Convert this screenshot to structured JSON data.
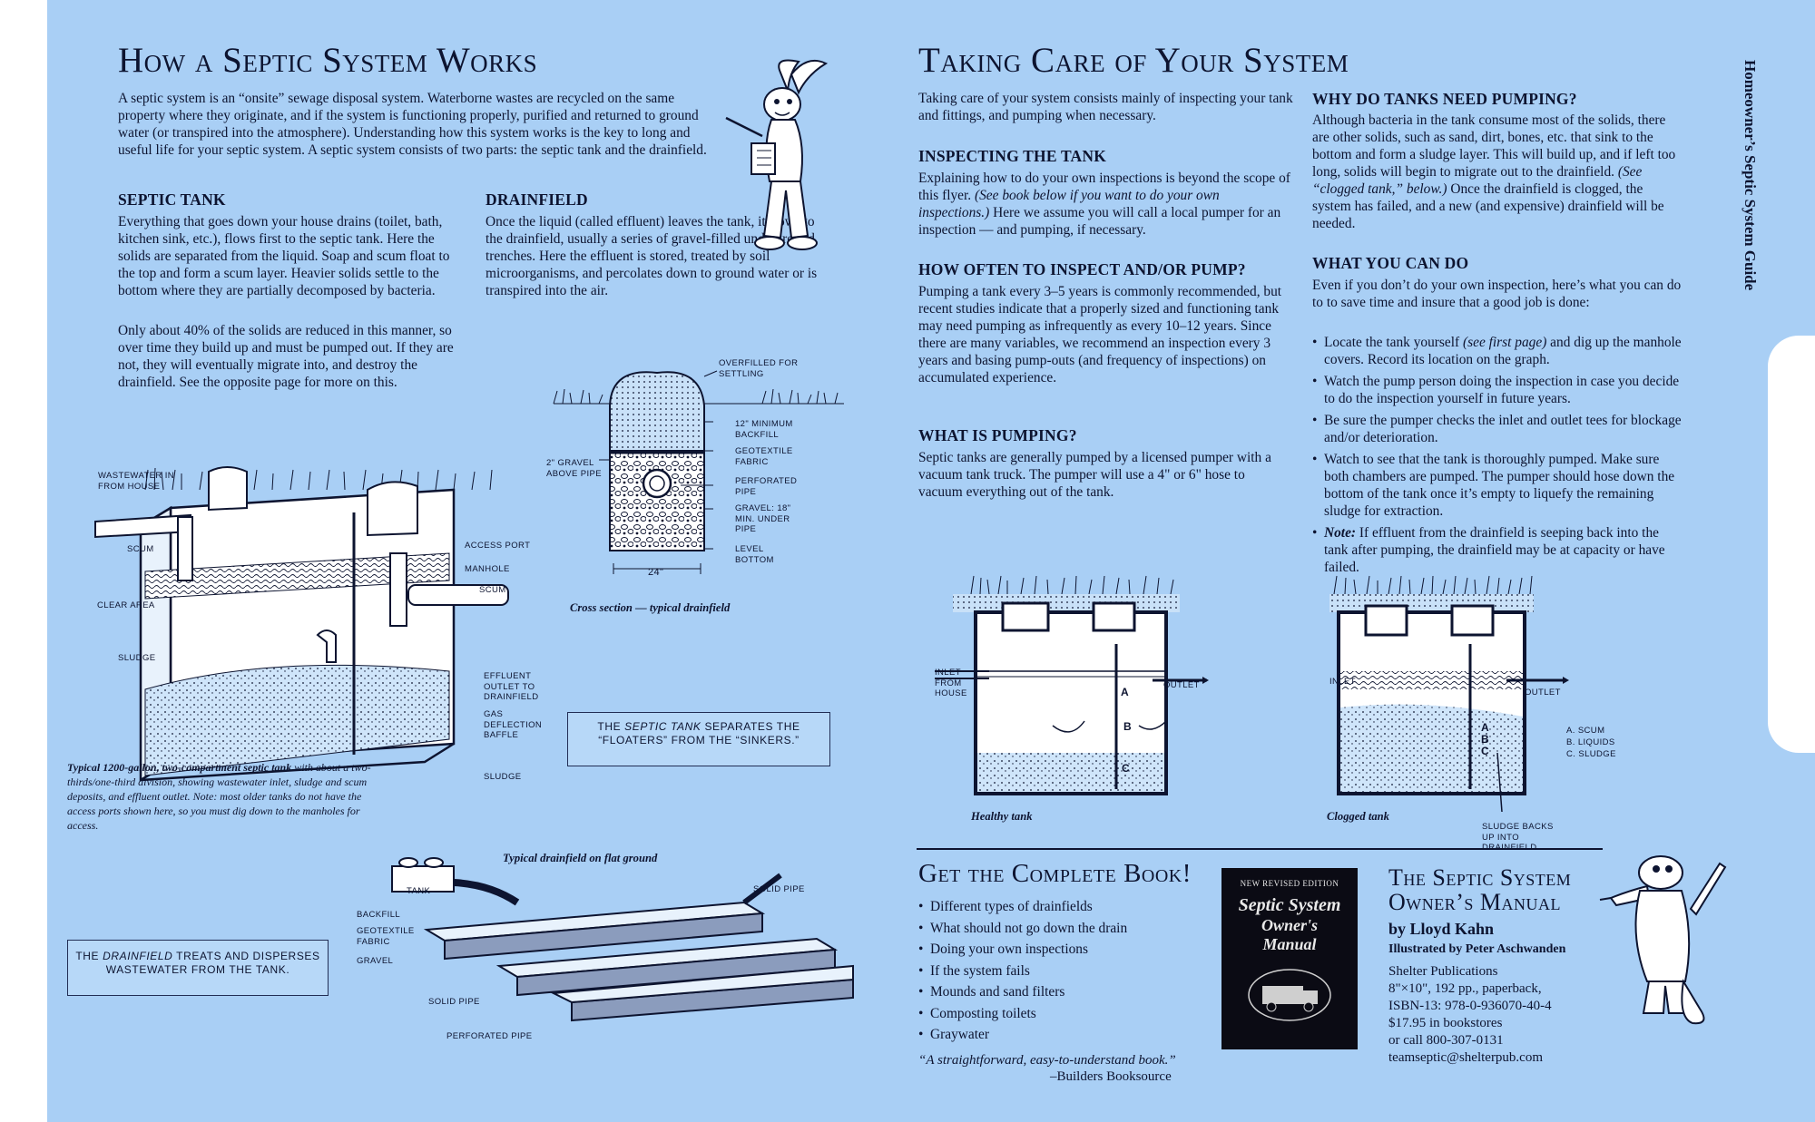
{
  "left": {
    "title": "How a Septic System Works",
    "intro": "A septic system is an “onsite” sewage disposal system. Waterborne wastes are recycled on the same property where they originate, and if the system is functioning properly, purified and returned to ground water (or transpired into the atmosphere). Understanding how this system works is the key to long and useful life for your septic system. A septic system consists of two parts: the septic tank and the drainfield.",
    "septic_tank": {
      "heading": "SEPTIC TANK",
      "p1": "Everything that goes down your house drains (toilet, bath, kitchen sink, etc.), flows first to the septic tank. Here the solids are separated from the liquid. Soap and scum float to the top and form a scum layer. Heavier solids settle to the bottom where they are partially decomposed by bacteria.",
      "p2": "Only about 40% of the solids are reduced in this manner, so over time they build up and must be pumped out. If they are not, they will eventually migrate into, and destroy the drainfield. See the opposite page for more on this."
    },
    "drainfield": {
      "heading": "DRAINFIELD",
      "p1": "Once the liquid (called effluent) leaves the tank, it flows to the drainfield, usually a series of gravel-filled underground trenches. Here the effluent is stored, treated by soil microorganisms, and percolates down to ground water or is transpired into the air."
    },
    "cross_section": {
      "caption": "Cross section — typical drainfield",
      "labels": {
        "overfilled": "OVERFILLED FOR SETTLING",
        "backfill": "12\" MINIMUM BACKFILL",
        "geotextile": "GEOTEXTILE FABRIC",
        "gravel_above": "2\" GRAVEL ABOVE PIPE",
        "perforated": "PERFORATED PIPE",
        "gravel_min": "GRAVEL: 18\" MIN. UNDER PIPE",
        "level_bottom": "LEVEL BOTTOM",
        "width": "24\""
      }
    },
    "tank_diagram": {
      "labels": {
        "wastewater": "WASTEWATER IN FROM HOUSE",
        "scum_left": "SCUM",
        "clear_area": "CLEAR AREA",
        "sludge_left": "SLUDGE",
        "access_port": "ACCESS PORT",
        "manhole": "MANHOLE",
        "scum_right": "SCUM",
        "effluent": "EFFLUENT OUTLET TO DRAINFIELD",
        "gas_baffle": "GAS DEFLECTION BAFFLE",
        "sludge_right": "SLUDGE"
      },
      "caption_bold": "Typical 1200-gallon, two-compartment septic tank",
      "caption_rest": "with about a two-thirds/one-third division, showing wastewater inlet, sludge and scum deposits, and effluent outlet. Note: most older tanks do not have the access ports shown here, so you must dig down to the manholes for access."
    },
    "callout_tank": {
      "pre": "THE ",
      "em": "SEPTIC TANK",
      "post": " SEPARATES THE “FLOATERS” FROM THE “SINKERS.”"
    },
    "callout_drainfield": {
      "pre": "THE ",
      "em": "DRAINFIELD",
      "post": " TREATS AND DISPERSES WASTEWATER FROM THE TANK."
    },
    "flat_ground": {
      "caption": "Typical drainfield on flat ground",
      "labels": {
        "tank": "TANK",
        "backfill": "BACKFILL",
        "geotextile": "GEOTEXTILE FABRIC",
        "gravel": "GRAVEL",
        "solid_pipe_left": "SOLID PIPE",
        "perforated": "PERFORATED PIPE",
        "solid_pipe_right": "SOLID PIPE"
      }
    }
  },
  "right": {
    "title": "Taking Care of Your System",
    "intro": "Taking care of your system consists mainly of inspecting your tank and fittings, and pumping when necessary.",
    "inspecting": {
      "heading": "INSPECTING THE TANK",
      "text_a": "Explaining how to do your own inspections is beyond the scope of this flyer. ",
      "text_em": "(See book below if you want to do your own inspections.)",
      "text_b": " Here we assume you will call a local pumper for an inspection — and pumping, if necessary."
    },
    "how_often": {
      "heading": "HOW OFTEN TO INSPECT AND/OR PUMP?",
      "text": "Pumping a tank every 3–5 years is commonly recommended, but recent studies indicate that a properly sized and functioning tank may need pumping as infrequently as every 10–12 years. Since there are many variables, we recommend an inspection every 3 years and basing pump-outs (and frequency of inspections) on accumulated experience."
    },
    "pumping": {
      "heading": "WHAT IS PUMPING?",
      "text": "Septic tanks are generally pumped by a licensed pumper with a vacuum tank truck. The pumper will use a 4\" or 6\" hose to vacuum everything out of the tank."
    },
    "why_pump": {
      "heading": "WHY DO TANKS NEED PUMPING?",
      "text_a": "Although bacteria in the tank consume most of the solids, there are other solids, such as sand, dirt, bones, etc. that sink to the bottom and form a sludge layer. This will build up, and if left too long, solids will begin to migrate out to the drainfield. ",
      "text_em": "(See “clogged tank,” below.)",
      "text_b": " Once the drainfield is clogged, the system has failed, and a new (and expensive) drainfield will be needed."
    },
    "what_you_can_do": {
      "heading": "WHAT YOU CAN DO",
      "intro": "Even if you don’t do your own inspection, here’s what you can do to to save time and insure that a good job is done:",
      "b1_a": "Locate the tank yourself ",
      "b1_em": "(see first page)",
      "b1_b": " and dig up the manhole covers. Record its location on the graph.",
      "b2": "Watch the pump person doing the inspection in case you decide to do the inspection yourself in future years.",
      "b3": "Be sure the pumper checks the inlet and outlet tees for blockage and/or deterioration.",
      "b4": "Watch to see that the tank is thoroughly pumped. Make sure both chambers are pumped. The pumper should hose down the bottom of the tank once it’s empty to liquefy the remaining sludge for extraction.",
      "b5_note": "Note:",
      "b5": " If effluent from the drainfield is seeping back into the tank after pumping, the drainfield may be at capacity or have failed."
    },
    "healthy": {
      "caption": "Healthy tank",
      "inlet": "INLET FROM HOUSE",
      "outlet": "OUTLET",
      "a": "A",
      "b": "B",
      "c": "C"
    },
    "clogged": {
      "caption": "Clogged tank",
      "inlet": "INLET",
      "outlet": "OUTLET",
      "a": "A",
      "b": "B",
      "c": "C",
      "legend_a": "A. SCUM",
      "legend_b": "B. LIQUIDS",
      "legend_c": "C. SLUDGE",
      "sludge_backs": "SLUDGE BACKS UP INTO DRAINFIELD"
    },
    "book": {
      "heading": "Get the Complete Book!",
      "items": [
        "Different types of drainfields",
        "What should not go down the drain",
        "Doing your own inspections",
        "If the system fails",
        "Mounds and sand filters",
        "Composting toilets",
        "Graywater"
      ],
      "quote": "“A straightforward, easy-to-understand book.”",
      "quote_src": "–Builders Booksource",
      "cover_top": "NEW REVISED EDITION",
      "cover_title1": "Septic System",
      "cover_title2": "Owner's",
      "cover_title3": "Manual",
      "title_line1": "The Septic System",
      "title_line2": "Owner’s Manual",
      "author": "by Lloyd Kahn",
      "illustrator": "Illustrated by Peter Aschwanden",
      "publisher": "Shelter Publications",
      "specs": "8\"×10\", 192 pp., paperback,",
      "isbn": "ISBN-13: 978-0-936070-40-4",
      "price": "$17.95 in bookstores",
      "phone": "or call 800-307-0131",
      "email": "teamseptic@shelterpub.com"
    }
  },
  "side_title": "Homeowner’s Septic System Guide",
  "colors": {
    "background": "#a9cff5",
    "ink": "#0d1430",
    "callout_fill": "#b7d8f8"
  }
}
